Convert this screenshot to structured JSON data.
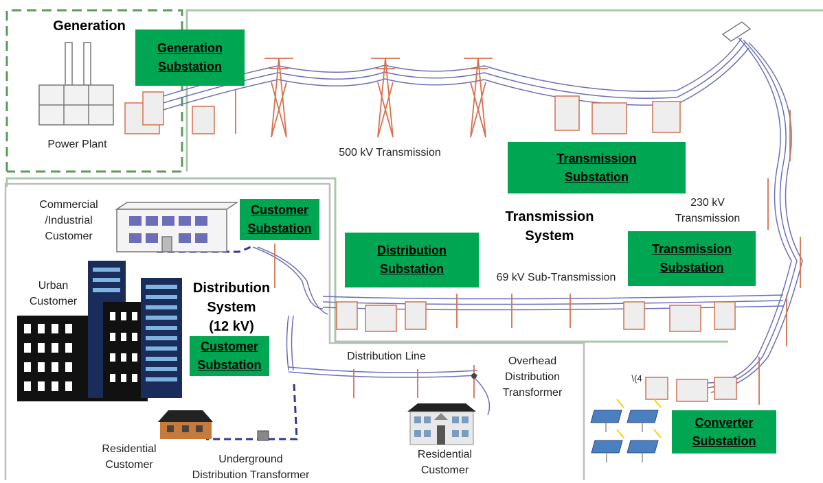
{
  "sections": {
    "generation": "Generation",
    "transmission": "Transmission\nSystem",
    "distribution": "Distribution\nSystem\n(12 kV)"
  },
  "substations": {
    "generation": "Generation\nSubstation",
    "transmission_top": "Transmission\nSubstation",
    "transmission_right": "Transmission\n Substation",
    "distribution": "Distribution\nSubstation",
    "customer_top": "Customer\nSubstation",
    "customer_bottom": "Customer\nSubstation",
    "converter": "Converter\nSubstation"
  },
  "labels": {
    "power_plant": "Power Plant",
    "line_500kv": "500 kV Transmission",
    "line_230kv": "230 kV\nTransmission",
    "line_69kv": "69 kV Sub-Transmission",
    "commercial_customer": "Commercial\n/Industrial\nCustomer",
    "urban_customer": "Urban\nCustomer",
    "distribution_line": "Distribution Line",
    "overhead_transformer": "Overhead\nDistribution\nTransformer",
    "residential_customer_left": "Residential\nCustomer",
    "underground_transformer": "Underground\nDistribution Transformer",
    "residential_customer_right": "Residential\nCustomer",
    "converter_fragment": "\\(4"
  },
  "colors": {
    "substation_box": "#00a651",
    "tower": "#d4714f",
    "line": "#6b6fb8",
    "boundary_green": "#5a9a5a"
  }
}
